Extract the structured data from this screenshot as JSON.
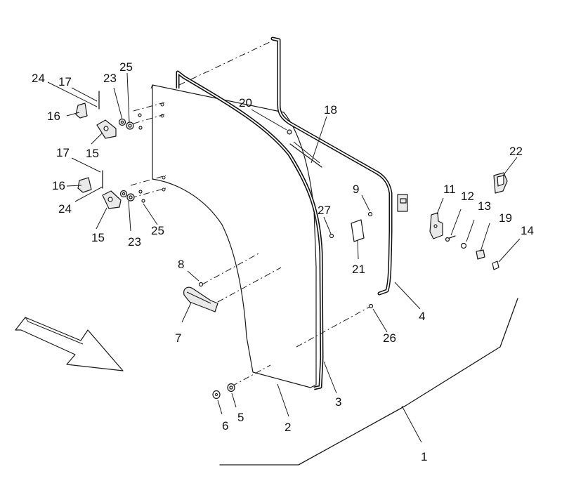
{
  "callouts": [
    {
      "id": "c1",
      "label": "1"
    },
    {
      "id": "c2",
      "label": "2"
    },
    {
      "id": "c3",
      "label": "3"
    },
    {
      "id": "c4",
      "label": "4"
    },
    {
      "id": "c5",
      "label": "5"
    },
    {
      "id": "c6",
      "label": "6"
    },
    {
      "id": "c7",
      "label": "7"
    },
    {
      "id": "c8",
      "label": "8"
    },
    {
      "id": "c9",
      "label": "9"
    },
    {
      "id": "c11",
      "label": "11"
    },
    {
      "id": "c12",
      "label": "12"
    },
    {
      "id": "c13",
      "label": "13"
    },
    {
      "id": "c14",
      "label": "14"
    },
    {
      "id": "c15a",
      "label": "15"
    },
    {
      "id": "c15b",
      "label": "15"
    },
    {
      "id": "c16a",
      "label": "16"
    },
    {
      "id": "c16b",
      "label": "16"
    },
    {
      "id": "c17a",
      "label": "17"
    },
    {
      "id": "c17b",
      "label": "17"
    },
    {
      "id": "c18",
      "label": "18"
    },
    {
      "id": "c19",
      "label": "19"
    },
    {
      "id": "c20",
      "label": "20"
    },
    {
      "id": "c21",
      "label": "21"
    },
    {
      "id": "c22",
      "label": "22"
    },
    {
      "id": "c23a",
      "label": "23"
    },
    {
      "id": "c23b",
      "label": "23"
    },
    {
      "id": "c24a",
      "label": "24"
    },
    {
      "id": "c24b",
      "label": "24"
    },
    {
      "id": "c25a",
      "label": "25"
    },
    {
      "id": "c25b",
      "label": "25"
    },
    {
      "id": "c26",
      "label": "26"
    },
    {
      "id": "c27",
      "label": "27"
    }
  ]
}
